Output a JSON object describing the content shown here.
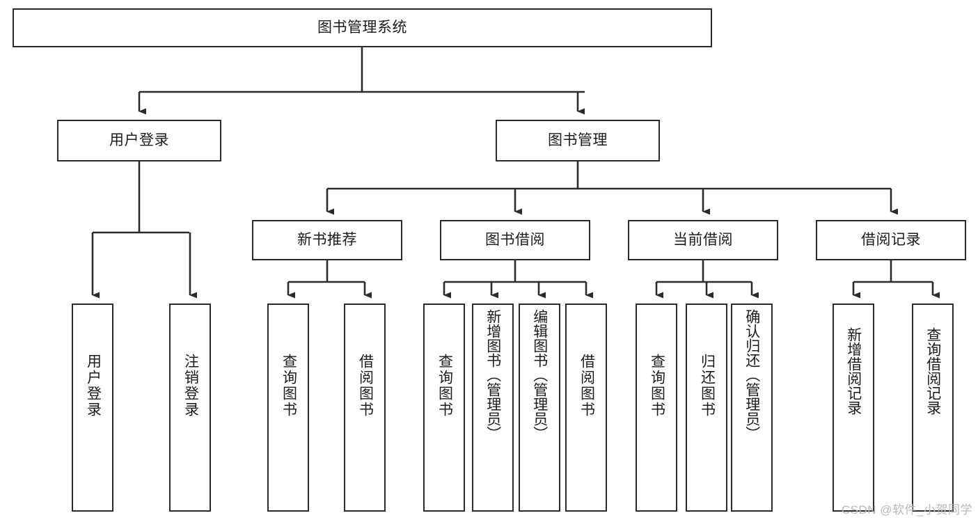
{
  "diagram": {
    "title": "图书管理系统",
    "type": "tree-hierarchy-diagram",
    "colors": {
      "background": "#ffffff",
      "box_border": "#2b2b2b",
      "box_fill": "#ffffff",
      "text": "#1c1c1c",
      "connector": "#2b2b2b",
      "watermark": "#b9b9b9"
    },
    "root": {
      "label": "图书管理系统"
    },
    "level1": [
      {
        "id": "user-login",
        "label": "用户登录"
      },
      {
        "id": "book-manage",
        "label": "图书管理"
      }
    ],
    "level2": [
      {
        "id": "new-book-recommend",
        "label": "新书推荐"
      },
      {
        "id": "book-borrow",
        "label": "图书借阅"
      },
      {
        "id": "current-borrow",
        "label": "当前借阅"
      },
      {
        "id": "borrow-record",
        "label": "借阅记录"
      }
    ],
    "leaves": {
      "user_login": [
        {
          "id": "leaf-user-login",
          "label": "用户登录"
        },
        {
          "id": "leaf-logout-login",
          "label": "注销登录"
        }
      ],
      "new_book_recommend": [
        {
          "id": "leaf-query-book-1",
          "label": "查询图书"
        },
        {
          "id": "leaf-borrow-book-1",
          "label": "借阅图书"
        }
      ],
      "book_borrow": [
        {
          "id": "leaf-query-book-2",
          "label": "查询图书"
        },
        {
          "id": "leaf-add-book",
          "label": "新增图书（管理员）"
        },
        {
          "id": "leaf-edit-book",
          "label": "编辑图书（管理员）"
        },
        {
          "id": "leaf-borrow-book-2",
          "label": "借阅图书"
        }
      ],
      "current_borrow": [
        {
          "id": "leaf-query-book-3",
          "label": "查询图书"
        },
        {
          "id": "leaf-return-book",
          "label": "归还图书"
        },
        {
          "id": "leaf-confirm-return",
          "label": "确认归还（管理员）"
        }
      ],
      "borrow_record": [
        {
          "id": "leaf-add-record",
          "label": "新增借阅记录"
        },
        {
          "id": "leaf-query-record",
          "label": "查询借阅记录"
        }
      ]
    }
  },
  "watermark": {
    "text": "CSDN @软件_小贺同学"
  }
}
